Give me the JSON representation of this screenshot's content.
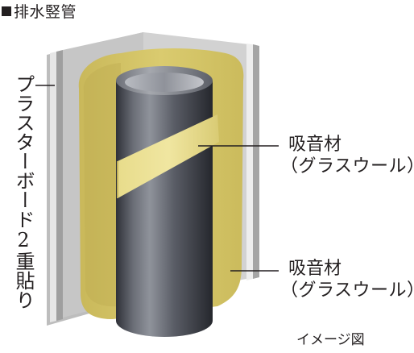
{
  "title": "排水竪管",
  "labels": {
    "board": "プラスターボード2重貼り",
    "absorber_upper": {
      "line1": "吸音材",
      "line2": "（グラスウール）"
    },
    "absorber_lower": {
      "line1": "吸音材",
      "line2": "（グラスウール）"
    }
  },
  "caption": "イメージ図",
  "colors": {
    "board": "#c9c9c9",
    "wool": "#d6c763",
    "pipe": "#565963",
    "leader": "#231f20"
  }
}
